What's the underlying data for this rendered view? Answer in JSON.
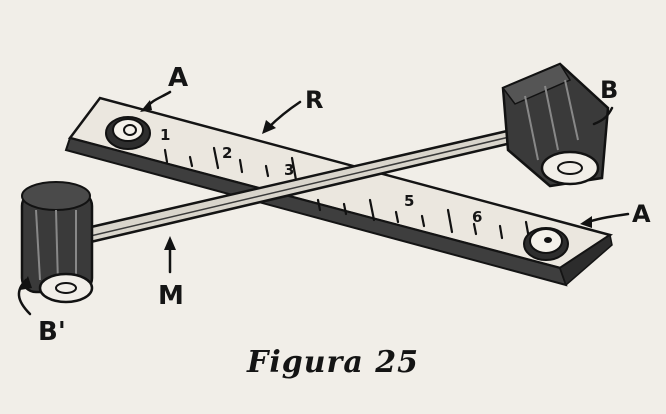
{
  "figure": {
    "caption": "Figura 25",
    "labels": {
      "A_top": "A",
      "R": "R",
      "B": "B",
      "A_right": "A",
      "M": "M",
      "B_prime": "B'"
    },
    "scale_numbers": [
      "1",
      "2",
      "3",
      "5",
      "6"
    ]
  },
  "colors": {
    "paper": "#f1eee8",
    "ink": "#121212",
    "ruler": "#e8e4dc",
    "roller": "#3a3a3a"
  }
}
